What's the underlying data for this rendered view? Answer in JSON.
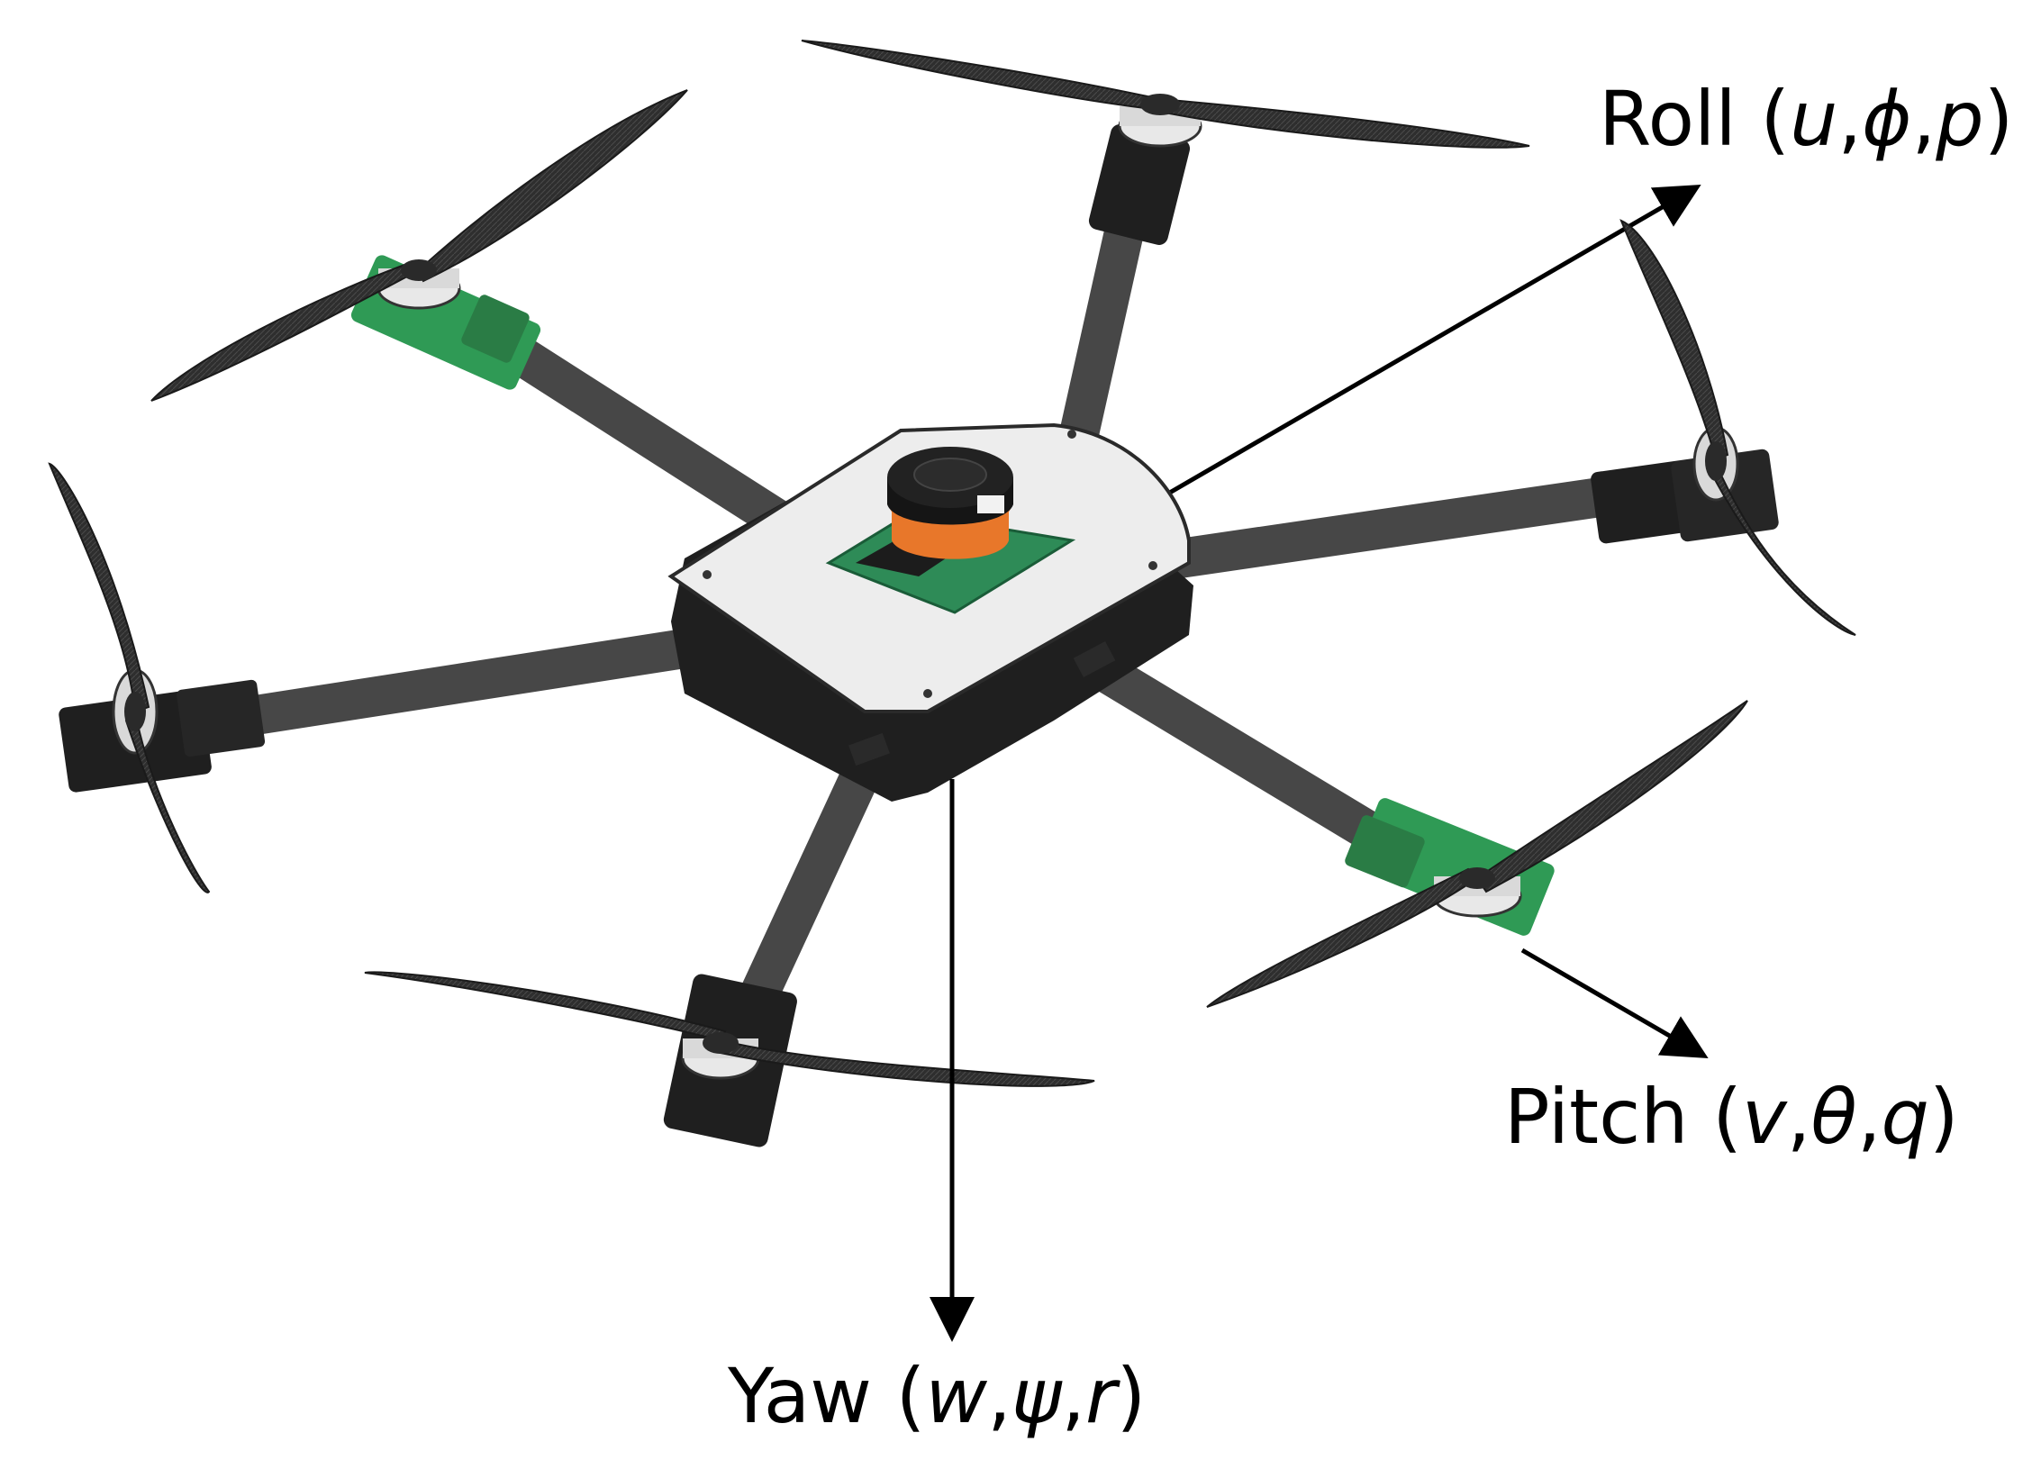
{
  "labels": {
    "roll": {
      "name": "Roll",
      "open": " (",
      "u": "u",
      "phi": "ϕ",
      "p": "p",
      "close": ")"
    },
    "pitch": {
      "name": "Pitch",
      "open": " (",
      "v": "v",
      "theta": "θ",
      "q": "q",
      "close": ")"
    },
    "yaw": {
      "name": "Yaw",
      "open": " (",
      "w": "w",
      "psi": "ψ",
      "r": "r",
      "close": ")"
    },
    "comma": ","
  },
  "colors": {
    "propeller": "#333333",
    "arm": "#474747",
    "body_black": "#1f1f1f",
    "top_plate": "#ededed",
    "pcb_green": "#2e8b57",
    "esc_green": "#2f9a55",
    "lidar_orange": "#e8772a",
    "arrow": "#000000"
  }
}
